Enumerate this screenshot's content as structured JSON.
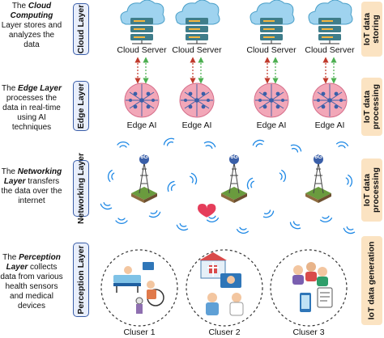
{
  "layers": [
    {
      "name": "Cloud Layer",
      "desc_pre": "The ",
      "desc_bold": "Cloud Computing",
      "desc_post": " Layer stores and analyzes the data",
      "role": "IoT data storing"
    },
    {
      "name": "Edge Layer",
      "desc_pre": "The ",
      "desc_bold": "Edge Layer",
      "desc_post": " processes the data in real-time using AI techniques",
      "role": "IoT data processing"
    },
    {
      "name": "Networking Layer",
      "desc_pre": "The ",
      "desc_bold": "Networking Layer",
      "desc_post": " transfers the data over the internet",
      "role": "IoT data processing"
    },
    {
      "name": "Perception Layer",
      "desc_pre": "The ",
      "desc_bold": "Perception Layer",
      "desc_post": " collects data from various health sensors and medical devices",
      "role": "IoT data generation"
    }
  ],
  "cloud_servers": [
    "Cloud Server",
    "Cloud Server",
    "Cloud Server",
    "Cloud Server"
  ],
  "edge_nodes": [
    "Edge AI",
    "Edge AI",
    "Edge AI",
    "Edge AI"
  ],
  "towers": [
    "6G",
    "6G",
    "6G"
  ],
  "clusters": [
    "Cluser 1",
    "Cluser 2",
    "Cluser 3"
  ],
  "colors": {
    "pill_border": "#3b5ea8",
    "pill_fill": "#e8eefb",
    "side_fill": "#fbe3c2",
    "cloud_fill": "#9fd3ef",
    "server_fill": "#3f7d8a",
    "brain_fill": "#f2a7b8",
    "arrow_red": "#c0392b",
    "arrow_green": "#4caf50",
    "wifi": "#1e88e5"
  },
  "icons": [
    "cloud-icon",
    "server-icon",
    "brain-icon",
    "tower-icon",
    "wifi-icon",
    "healthcare-icon"
  ]
}
